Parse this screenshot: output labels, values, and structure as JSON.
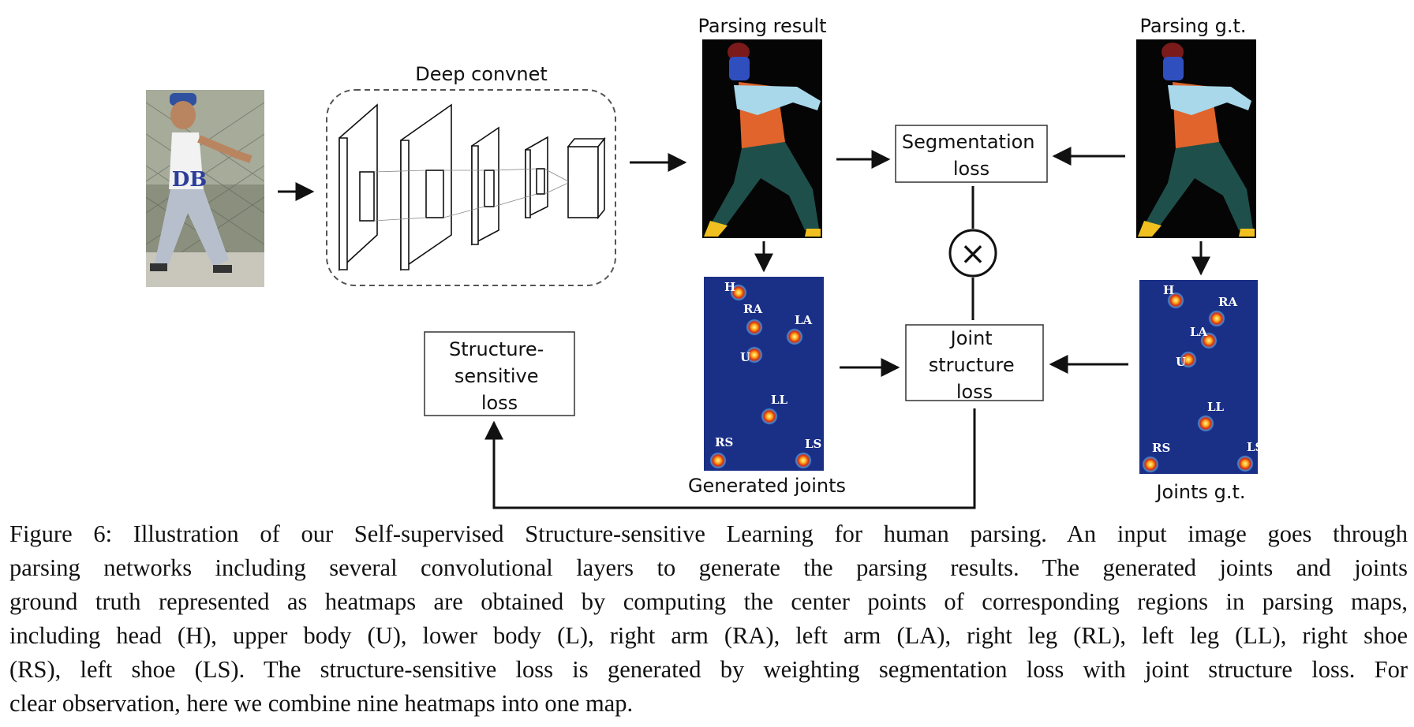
{
  "labels": {
    "deep_convnet": "Deep convnet",
    "parsing_result": "Parsing result",
    "parsing_gt": "Parsing g.t.",
    "segmentation_loss": [
      "Segmentation",
      "loss"
    ],
    "joint_structure_loss": [
      "Joint",
      "structure",
      "loss"
    ],
    "structure_sensitive_loss": [
      "Structure-",
      "sensitive",
      "loss"
    ],
    "generated_joints": "Generated joints",
    "joints_gt": "Joints g.t.",
    "multiply_symbol": "×"
  },
  "joint_labels": [
    "H",
    "RA",
    "LA",
    "U",
    "LL",
    "RS",
    "LS"
  ],
  "caption": [
    "Figure 6: Illustration of our Self-supervised Structure-sensitive Learning for human parsing.  An input image goes through",
    "parsing networks including several convolutional layers to generate the parsing results.  The generated joints and joints",
    "ground truth represented as heatmaps are obtained by computing the center points of corresponding regions in parsing maps,",
    "including head (H), upper body (U), lower body (L), right arm (RA), left arm (LA), right leg (RL), left leg (LL), right shoe",
    "(RS), left shoe (LS). The structure-sensitive loss is generated by weighting segmentation loss with joint structure loss.  For",
    "clear observation, here we combine nine heatmaps into one map."
  ],
  "colors": {
    "segment_background": "#050505",
    "segment_head": "#2f4fbf",
    "segment_hair": "#7a1a1a",
    "segment_upper_body": "#e0642b",
    "segment_arms": "#a8d8ea",
    "segment_legs": "#1f4f4a",
    "segment_shoes": "#f0c020",
    "heatmap_background": "#1a2f86",
    "joint_center": "#ffb020",
    "joint_ring": "#d03010"
  }
}
